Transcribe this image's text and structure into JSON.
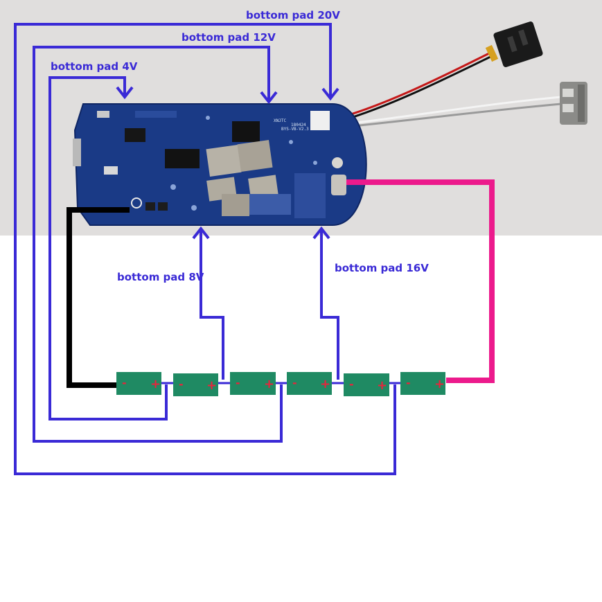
{
  "labels": {
    "pad_20v": "bottom pad 20V",
    "pad_12v": "bottom pad 12V",
    "pad_4v": "bottom pad 4V",
    "pad_8v": "bottom pad 8V",
    "pad_16v": "bottom pad 16V"
  },
  "cells": [
    {
      "minus": "-",
      "plus": "+"
    },
    {
      "minus": "-",
      "plus": "+"
    },
    {
      "minus": "-",
      "plus": "+"
    },
    {
      "minus": "-",
      "plus": "+"
    },
    {
      "minus": "-",
      "plus": "+"
    },
    {
      "minus": "-",
      "plus": "+"
    }
  ],
  "colors": {
    "wire_blue": "#3a2ad6",
    "wire_black": "#000000",
    "wire_magenta": "#ec1a8c",
    "cell_green": "#1f8a63",
    "pcb_blue": "#1a3a86",
    "photo_bg": "#e3e2e0"
  },
  "pcb": {
    "silk_1": "XNJTC",
    "silk_2": "BYS-VB-V2.3",
    "silk_3": "180424"
  }
}
